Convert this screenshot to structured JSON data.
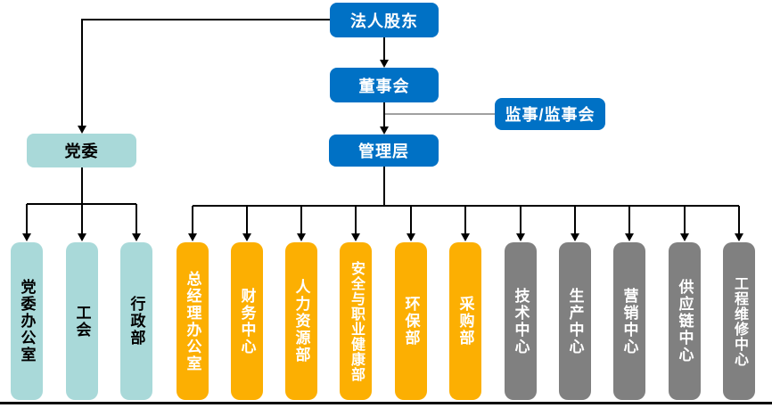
{
  "org_chart": {
    "nodes": {
      "shareholder": {
        "label": "法人股东"
      },
      "board": {
        "label": "董事会"
      },
      "supervisor": {
        "label": "监事/监事会"
      },
      "management": {
        "label": "管理层"
      },
      "party": {
        "label": "党委"
      }
    },
    "departments": [
      {
        "label": "党委办公室",
        "group": "party",
        "color_key": "teal"
      },
      {
        "label": "工会",
        "group": "party",
        "color_key": "teal"
      },
      {
        "label": "行政部",
        "group": "party",
        "color_key": "teal"
      },
      {
        "label": "总经理办公室",
        "group": "management",
        "color_key": "orange"
      },
      {
        "label": "财务中心",
        "group": "management",
        "color_key": "orange"
      },
      {
        "label": "人力资源部",
        "group": "management",
        "color_key": "orange"
      },
      {
        "label": "安全与职业健康部",
        "group": "management",
        "color_key": "orange"
      },
      {
        "label": "环保部",
        "group": "management",
        "color_key": "orange"
      },
      {
        "label": "采购部",
        "group": "management",
        "color_key": "orange"
      },
      {
        "label": "技术中心",
        "group": "management",
        "color_key": "gray"
      },
      {
        "label": "生产中心",
        "group": "management",
        "color_key": "gray"
      },
      {
        "label": "营销中心",
        "group": "management",
        "color_key": "gray"
      },
      {
        "label": "供应链中心",
        "group": "management",
        "color_key": "gray"
      },
      {
        "label": "工程维修中心",
        "group": "management",
        "color_key": "gray"
      }
    ],
    "colors": {
      "background": "#ffffff",
      "blue": "#0071C5",
      "teal": "#A9D9D9",
      "orange": "#FCAF02",
      "gray": "#808080",
      "connector": "#000000",
      "connector-gray": "#808080",
      "text-light": "#ffffff",
      "text-dark": "#000000"
    }
  }
}
